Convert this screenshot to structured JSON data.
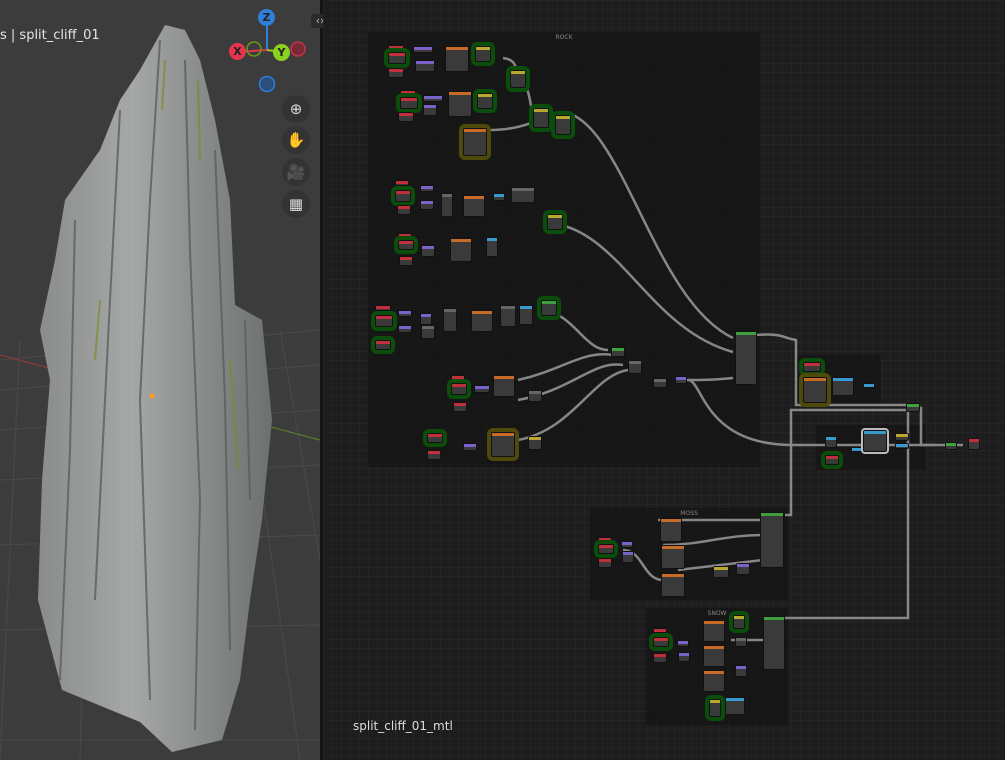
{
  "viewport": {
    "title": "s | split_cliff_01",
    "gizmo": {
      "x": "X",
      "y": "Y",
      "z": "Z"
    },
    "nav_buttons": [
      "zoom-icon",
      "hand-pan-icon",
      "camera-icon",
      "grid-ortho-icon"
    ],
    "colors": {
      "x": "#e5344e",
      "y": "#8bd11f",
      "z": "#2e7fd9"
    }
  },
  "toggle_label": "‹›",
  "node_editor": {
    "frames": [
      "ROCK",
      "MOSS",
      "SNOW"
    ],
    "material_name": "split_cliff_01_mtl"
  }
}
